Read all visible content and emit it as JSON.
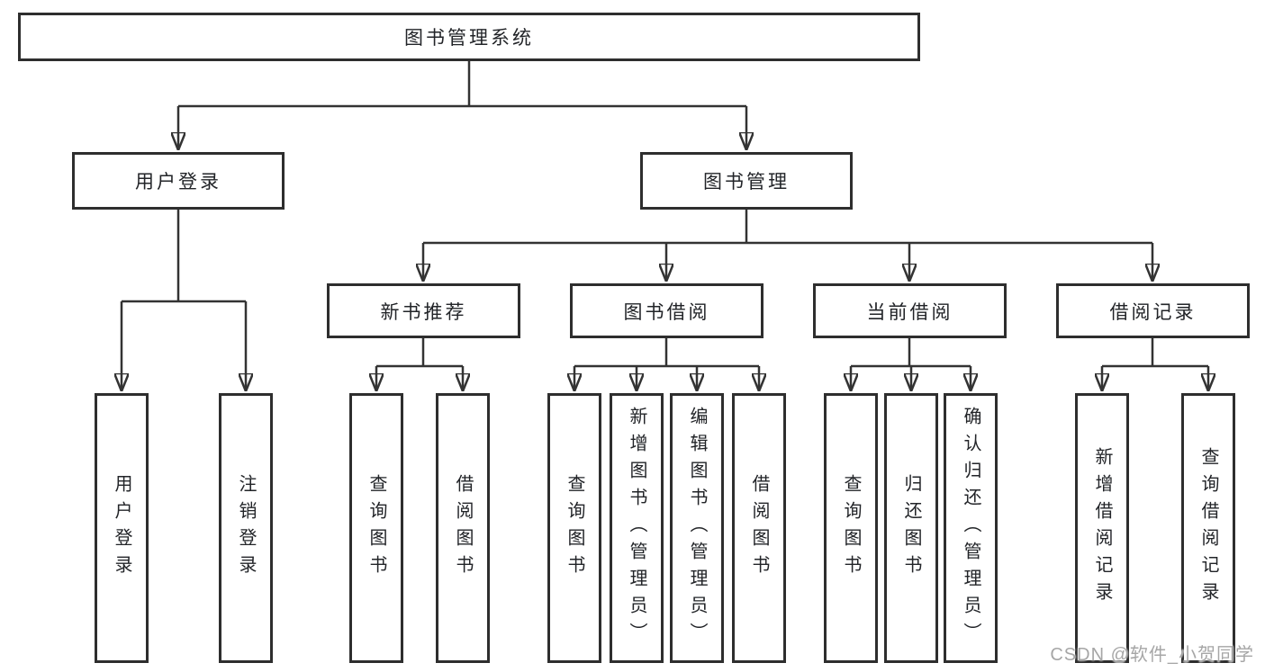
{
  "diagram": {
    "root": "图书管理系统",
    "branches": {
      "user_login": {
        "label": "用户登录",
        "children": [
          "用户登录",
          "注销登录"
        ]
      },
      "book_mgmt": {
        "label": "图书管理",
        "groups": {
          "new_book_rec": {
            "label": "新书推荐",
            "children": [
              "查询图书",
              "借阅图书"
            ]
          },
          "book_borrow": {
            "label": "图书借阅",
            "children": [
              "查询图书",
              "新增图书（管理员）",
              "编辑图书（管理员）",
              "借阅图书"
            ]
          },
          "current_borrow": {
            "label": "当前借阅",
            "children": [
              "查询图书",
              "归还图书",
              "确认归还（管理员）"
            ]
          },
          "borrow_record": {
            "label": "借阅记录",
            "children": [
              "新增借阅记录",
              "查询借阅记录"
            ]
          }
        }
      }
    }
  },
  "watermark": "CSDN @软件_小贺同学",
  "colors": {
    "line": "#333333",
    "box_border": "#2e2e2e",
    "text": "#222428",
    "background": "#ffffff",
    "watermark": "#a6a6a6"
  }
}
